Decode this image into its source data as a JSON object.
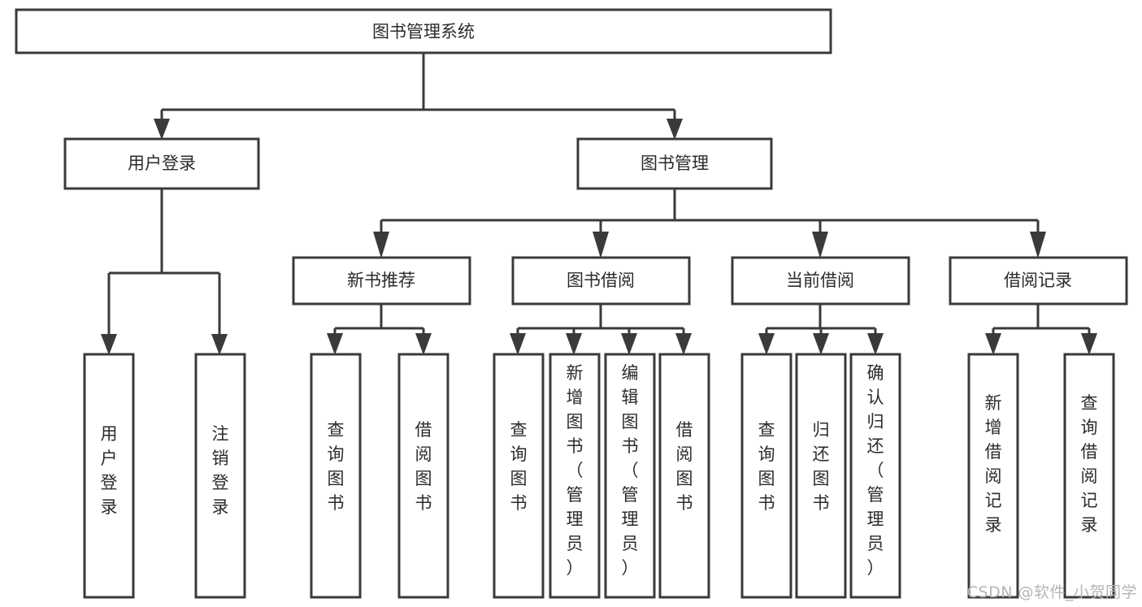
{
  "diagram": {
    "title": "图书管理系统",
    "type": "tree",
    "watermark": "CSDN @软件_小贺同学",
    "colors": {
      "box_stroke": "#3a3a3a",
      "box_fill": "#ffffff",
      "text": "#2b2b2b",
      "connector": "#3a3a3a",
      "watermark": "#b4b4b4",
      "background": "#ffffff"
    },
    "root": {
      "label": "图书管理系统"
    },
    "level2": [
      {
        "label": "用户登录"
      },
      {
        "label": "图书管理"
      }
    ],
    "level3": [
      {
        "label": "新书推荐"
      },
      {
        "label": "图书借阅"
      },
      {
        "label": "当前借阅"
      },
      {
        "label": "借阅记录"
      }
    ],
    "leaves": {
      "user_login": [
        {
          "label": "用户登录"
        },
        {
          "label": "注销登录"
        }
      ],
      "new_book_recommend": [
        {
          "label": "查询图书"
        },
        {
          "label": "借阅图书"
        }
      ],
      "book_borrow": [
        {
          "label": "查询图书"
        },
        {
          "label": "新增图书（管理员）"
        },
        {
          "label": "编辑图书（管理员）"
        },
        {
          "label": "借阅图书"
        }
      ],
      "current_borrow": [
        {
          "label": "查询图书"
        },
        {
          "label": "归还图书"
        },
        {
          "label": "确认归还（管理员）"
        }
      ],
      "borrow_record": [
        {
          "label": "新增借阅记录"
        },
        {
          "label": "查询借阅记录"
        }
      ]
    }
  }
}
